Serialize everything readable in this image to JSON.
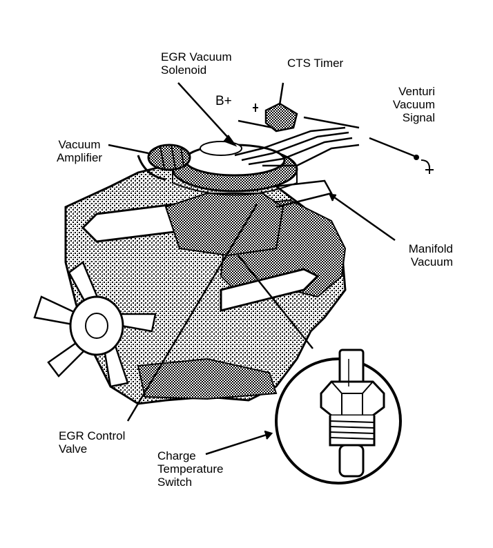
{
  "labels": {
    "egr_vacuum_solenoid": [
      "EGR Vacuum",
      "Solenoid"
    ],
    "cts_timer": "CTS Timer",
    "b_plus": "B+",
    "venturi_vacuum_signal": [
      "Venturi",
      "Vacuum",
      "Signal"
    ],
    "vacuum_amplifier": [
      "Vacuum",
      "Amplifier"
    ],
    "manifold_vacuum": [
      "Manifold",
      "Vacuum"
    ],
    "egr_control_valve": [
      "EGR Control",
      "Valve"
    ],
    "charge_temperature_switch": [
      "Charge",
      "Temperature",
      "Switch"
    ]
  }
}
